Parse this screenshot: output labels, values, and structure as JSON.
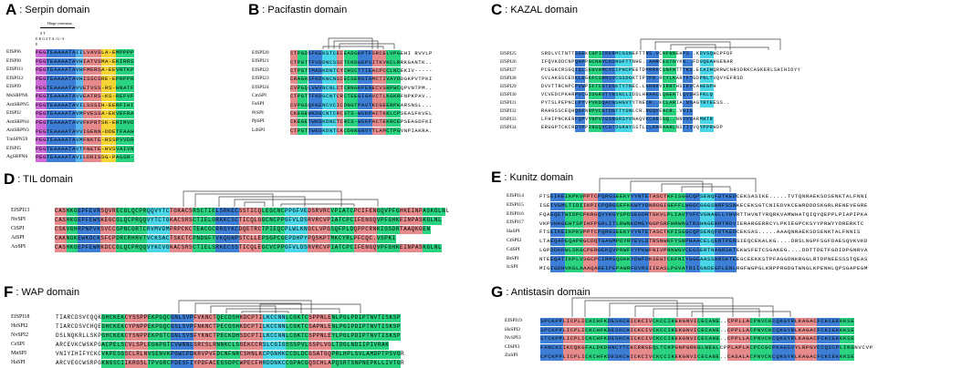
{
  "figure": {
    "panels": [
      {
        "letter": "A",
        "name": ": Serpin domain",
        "rows": [
          {
            "name": "EfSPI6",
            "seq": "PEGTEAAAATAIILVAVSLA-EMPPPPPTLDCFRF"
          },
          {
            "name": "EfSPI8",
            "seq": "PEGTEAAAATAVHIATVSMA-EKIRRSSSFFADRPF"
          },
          {
            "name": "EfSPI11",
            "seq": "PEGTEAAAATAVHFMERSA-EEVRTKPQFFVDHPF"
          },
          {
            "name": "EfSPI12",
            "seq": "PEGTEAAAATAVHISSCSRE-EPRPPRDVVNADRPF"
          },
          {
            "name": "EfSPI9",
            "seq": "PEGTEAAAATAVVETVSS-RS-HNATFIANHPF"
          },
          {
            "name": "MsSRPN6",
            "seq": "PEGTEAAAATAVVEATRS-KS-REFVFCAHRPF"
          },
          {
            "name": "AmSRPN5",
            "seq": "PEGTEAAAATAVILSSSIH-EERFIHIDHPPF"
          },
          {
            "name": "EfSPI2",
            "seq": "PEGTEAAAATAVMFVESSA-EKVEFRADHPF"
          },
          {
            "name": "AmSRPN4",
            "seq": "PEGTEAAAATAVVFKPRTSK-ERIMVDHPF"
          },
          {
            "name": "AmSRPN3",
            "seq": "PEGTEAAAATAVVIGENN-DDETFAAHRPF"
          },
          {
            "name": "TmSPN59",
            "seq": "PEGTEAAAATAVMFNKTE-RSSPVVDRPFF"
          },
          {
            "name": "EfSPI5",
            "seq": "PEGTEAAAATAVTFNETE-HVSVAIVNRPF"
          },
          {
            "name": "AgSRPN6",
            "seq": "PEGTEAAAATAVILDRISSG-PAGSR-------"
          }
        ],
        "annotations": [
          "Hinge consensus",
          "S T",
          "E K G S  T  A / G / S",
          "E"
        ]
      },
      {
        "letter": "B",
        "name": ": Pacifastin domain",
        "rows": [
          {
            "name": "EfSPI20",
            "seq": "CTPGDSFKEKSTCECEADGKPTFSRCELVPGEHI RVVLP"
          },
          {
            "name": "EfSPI21",
            "seq": "CTPGTTFVDDNCSSCTCKDGEPSITKVKCLRRKGANTK.."
          },
          {
            "name": "EfSPI22",
            "seq": "CTPGTTMADKDNTCYCHSCTTIEACPCCLNCEKIV-----"
          },
          {
            "name": "EfSPI23",
            "seq": "CRAGHSFKDKNCNSCECSERGIAMCTIVAYDDGKPVTPKI"
          },
          {
            "name": "EfSPI24",
            "seq": "CVPGQLVWVNCNLCTCRNGKPENECVSRPWCQPVNTPM.."
          },
          {
            "name": "CmSPI",
            "seq": "CTPGTTFKDGCNTCRCTEEGIGAVCTLKGKRFNPKPAV.."
          },
          {
            "name": "FaSPI",
            "seq": "CVPGSQFKENCVCICDNGTPAVTKCGEERPKARSNSL..."
          },
          {
            "name": "PrSPI",
            "seq": "CKEGEWKDGCNTCRCSTS-WGKPACTKKLCPSEASFKVELP"
          },
          {
            "name": "PpSPI",
            "seq": "CKEGETWKDKDNCTCRCS-WGKPACTEKRCEPSEAGDFKIVL"
          },
          {
            "name": "LdSPI",
            "seq": "CTPGTTWEDKDNTCKCDNNGNVYTLAMCTPGVNPIAKRA.."
          }
        ]
      },
      {
        "letter": "C",
        "name": ": KAZAL domain",
        "rows": [
          {
            "name": "EfSPI25",
            "seq": "SRDLVCTNTTSGEKCGPICRKRMCGSNEFTTNS.VCHFNNEHPS..KDVSQHCPFDF"
          },
          {
            "name": "EfSPI26",
            "seq": "IFQVKDDCNPQAPPGCNAVCGSNGFTTNHE..AHRCESTGYKG..FDVQEAHGENAR"
          },
          {
            "name": "EfSPI27",
            "seq": "PCEGKCRSGQIQLSEGVAMCVCIPNCPEETDPRRKCSNFNTTTKS.ECAIHQRRWCNRSDRKCAGKERLSHIHIDYY"
          },
          {
            "name": "EfSPI28",
            "seq": "SVLAKGSCEDKLEGEFCSRNSVCGSDGKTIPTPR.RCYLKARTFTGDPNLTVQVYEFRSD"
          },
          {
            "name": "EfSPI29",
            "seq": "DVVTTRCNPCPVWPIFTCGTDGKTYTNEC.LGHNHVIRRTHSIKVCAHEGPH"
          },
          {
            "name": "EfSPI30",
            "seq": "VCVEDCPKHRPVCGIDGRVTYNSNCLIDSLHRAACLQGERTLQVDHSFKLQ"
          },
          {
            "name": "EfSPI31",
            "seq": "PYTSLPEPNCLPYVPVKDQACGSHGVTYTNECR..KCLARIA.NSAGTRTEESS.."
          },
          {
            "name": "EfSPI32",
            "seq": "RAHGSSCEQHQGFNRPVCGTDGTTYSNLCR.RGQVEACR..VGIS"
          },
          {
            "name": "EfSPI33",
            "seq": "LFHIPNCKERFQPVYNPVCGSNGRSYVNAQVKCARSGQ..NNVVVARMHTR"
          },
          {
            "name": "EfSPI34",
            "seq": "ERGGPTCKCRDTPPINSQVCGTDGKHYSSTLCLRHRAAHLNSTTIVQYPPRHDP"
          }
        ]
      },
      {
        "letter": "D",
        "name": ": TIL domain",
        "rows": [
          {
            "name": "EfSPI13",
            "seq": "CASHKGEPFEVRSQVRECGLQCPRQQVYTCTGKACSRSCTIELSRKECSSTICQLEGCNCPPGFVEDSRVRCVPIATCPCIFENGQVPFGHKEINPASKGLNL"
          },
          {
            "name": "NvSPI",
            "seq": "CASHKGEPFEWSKEGCGLQCPRQQVYTCTGKACSRSCTIELGRKKCSCTICQLGGCNCPPGFVLDSRVRCVPIATCPCIFENGQVPFGHKEINPASKGLNL"
          },
          {
            "name": "CtSPI",
            "seq": "CSKVGHRPNPVKSVCCGPNCGRTCRVMVDMPRPCKCTEACGCRRGYKCDQETRCTPIEQCPLWLKNGCLVPGSQFPLDQPPCRNKIGSDRTAAQKGEN"
          },
          {
            "name": "AtSPI",
            "seq": "CAKNGKEWKDCKSFCPDRCRHRVTVCKSACTSKCTCPNDGFTVKQGNPSTCLLEPSGPCGEPDHPYPQSKPTMKCYRLPFCQC.VSPKI"
          },
          {
            "name": "AoSPI",
            "seq": "CASHKGEPFEWRKDCCGLQCPRQQVYKCVGKACSRSCTIELSRKECSSTICQLEGCVCPPGFVLDSRVRCVPIATCPCIFENGQVPFGHKEINPASKGLNL"
          }
        ]
      },
      {
        "letter": "E",
        "name": ": Kunitz domain",
        "rows": [
          {
            "name": "EfSPI14",
            "seq": "FTSEIKEIKPKVPPTCPQRGSEEKYYYNTETASCTKFISGGCQPSENQFDTKEDCEKSASIKE.....TVTQNRAEKSDSENKTALFNNIS"
          },
          {
            "name": "EfSPI15",
            "seq": "ISEIVGMLTIDIIKPICPQRGSEFKKWYYDNRDGIGEFFLWGGCGGGSNRFSSNKECEKSGTCNIEDVKCEWRDDDSKGRLRENEVEGRE"
          },
          {
            "name": "EfSPI16",
            "seq": "FQAEQETWIDPCPKRGQVYKGYSPDSEGDRTGKVLPLIAVTVFCVGNAGLLYHVRTTHVNTYRQRKVAMWHATQIQYQEPPLPIAPIPKAVR"
          },
          {
            "name": "EfSPI17",
            "seq": "VKPVHKGEHTSPIHFPGRLITLRWNKDMEYGGPSRFHRWNGTRSHNGERRTRDVIERARGERRCYLPKIEGPCKSYYPRWYYDRERKTC"
          },
          {
            "name": "HaSPI",
            "seq": "FTSEIKEIKPKVPPTCPQRGSEEKYYYNTETASCTKFISGGCQPSENQFDTKEDCEKSAS.....AAAQNRAEKSDSENKTALFNNIS"
          },
          {
            "name": "CtSPI2",
            "seq": "LTAEQAFEQAPRGCDQTGAGMPDYRYEVLDTRSNWKFYSNPHAACELQENTPENSIEQCEKALKG....DRSLNGPFSGFDAESQVKVKDYVP"
          },
          {
            "name": "CdSPI",
            "seq": "LGPDDKKWLSKGCPERGEKQVPRWFYYPKWFNIVPNNWGVCEGSERTNANRSKTEKWSFETCSGAKEG....DDTTDETFGDIDPGNRVASNSRYP"
          },
          {
            "name": "BtSPI",
            "seq": "NTEEQATIKPLVSGCPCIRMSQGKKYDWFDKSEGTCKFNIYGGEAASSNRSKTEEGCEEKKSTPFAGGDNKRGGLRTDPNEESSSTQEAS"
          },
          {
            "name": "IcSPI",
            "seq": "MIGIGDHVKGLAAAQAREIPEPAWRFDVRSIIEASLPGVATRIIGNDEGFLENLRGFWGPGLKRPPRGDGTWNGLKPENHLQPSGAPEGMGNPR"
          }
        ]
      },
      {
        "letter": "F",
        "name": ": WAP domain",
        "rows": [
          {
            "name": "EfSPI18",
            "seq": "TIARCDSVCQQKGHCKEKCYSSPPEKPGQCGNLSVPFVKNCTQECDSHKDCPTILKCCNNLCGKTCSPPNLENLPGLPDIPTNVTISKSP"
          },
          {
            "name": "HeSPI2",
            "seq": "TIARCDSVCHQEGHCKEKCYPNPPEKPGQCGSLSVPFNKNCTPECGSHKDCPTILKCCNNLCGKTCSAPNLENLPGIPDIPTNVTISKSP"
          },
          {
            "name": "NvSPI2",
            "seq": "DSLNQKRLLSKPGHCKEKCYSNPPEKPGTCGNLSVSFYKNCTPECKDHSDCPTILKCCNNLCGKTCSPPNLEYLPGLPDIPTNVTISKSP"
          },
          {
            "name": "CsSPI",
            "seq": "ARCEVKCWSKPGACPELSCVLSPLEGKPGTCVWNNLSRCSLRNNKCLSGEKCCRSLCGIGSSSPVLSSPLVGLTDGLNDIIPIVRAK"
          },
          {
            "name": "MnSPI",
            "seq": "VNIYIHIFYCKCVKPESGSCLRLNVSENVKPGWCPDKRVPVFDCNFNRCSHNLKCPGNHKCCDLDCGSATGQPRLHPLSVLAMDPTPSVGR"
          },
          {
            "name": "HaSPI",
            "seq": "ARCVEGCWSRPGKNGSCIIKRGSLTPVGRCPDESFIYPDFACEGSDPCWPECFHRDDNKCCGPACGQSCHLAPQSRTSNPNEPKLLIVTGR"
          }
        ]
      },
      {
        "letter": "G",
        "name": ": Antistasin domain",
        "rows": [
          {
            "name": "EfSPI19",
            "seq": "SPCKPPLICPLICKCHFKDESKCHICKCIVCKCCIKEKGNVICECANE..CPPLLACPNVCKCQKGYRLKAGACFCKCEKKKSE"
          },
          {
            "name": "HsSPI2",
            "seq": "SPCKPPLICPLICKCHFKDESKCHICKCIVCKCCIKEKGNVICECANE..CPPLLACPNVCKCQKGYRLKAGACFCKCEKKKSE"
          },
          {
            "name": "NvSPI3",
            "seq": "STCKPPLICPLICKCHFKDESKCHICKCIVCKCCIKEKGNVICECANE..CPPLLACPNVCKCQKGYRLKAGACFCKCEKKKSE"
          },
          {
            "name": "CISPI3",
            "seq": "FANCKCIKCQKGFALDKDHNCYTCKCRRSEQLTCKPGNPGRKGLNEGLCPPLAPLACPCCGCPKAGSVYLRPGVCCQSCPLIKGNVCVP"
          },
          {
            "name": "ZnSPI",
            "seq": "CPCKPPLICPLICKCHFKDESKCHICKCIVCKCCIKEKGNVICECANE..CASALACPNVCKCQKGYRLKAGACFCKCEKKKSE"
          }
        ]
      }
    ]
  },
  "palette": {
    "red": "#e68a8c",
    "green": "#29d37f",
    "blue": "#3d7fd6",
    "light_blue": "#5ab6ee",
    "cyan": "#48d6e8",
    "yellow": "#f5d533",
    "magenta": "#d06ad8"
  }
}
